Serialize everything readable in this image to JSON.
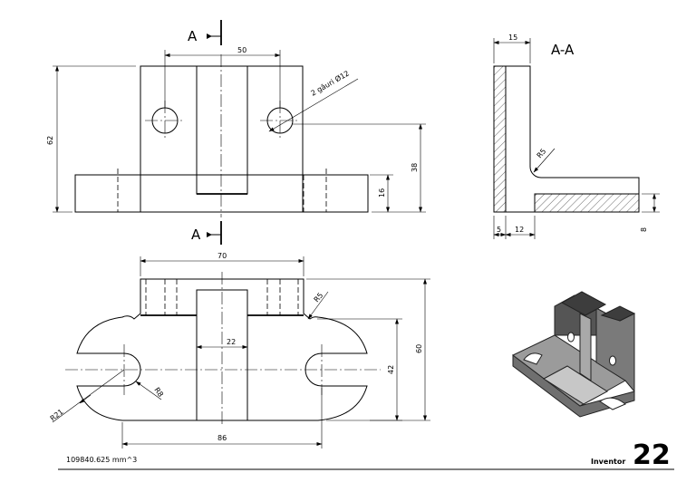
{
  "section_marks": {
    "top": "A",
    "bottom": "A",
    "view_title": "A-A"
  },
  "front_view": {
    "dim_width": "50",
    "dim_height": "62",
    "dim_hole_center": "38",
    "dim_base": "16",
    "hole_note": "2 găuri Ø12"
  },
  "section_view": {
    "dim_top": "15",
    "fillet": "R5",
    "dim_wall": "5",
    "dim_gap": "12",
    "dim_base": "8"
  },
  "top_view": {
    "dim_top_width": "70",
    "fillet_top": "R5",
    "dim_slot": "22",
    "dim_height": "60",
    "dim_inner": "42",
    "radius_small": "R8",
    "radius_large": "R21",
    "dim_total": "86"
  },
  "footer": {
    "volume": "109840.625 mm^3",
    "brand": "Inventor",
    "number": "22"
  }
}
